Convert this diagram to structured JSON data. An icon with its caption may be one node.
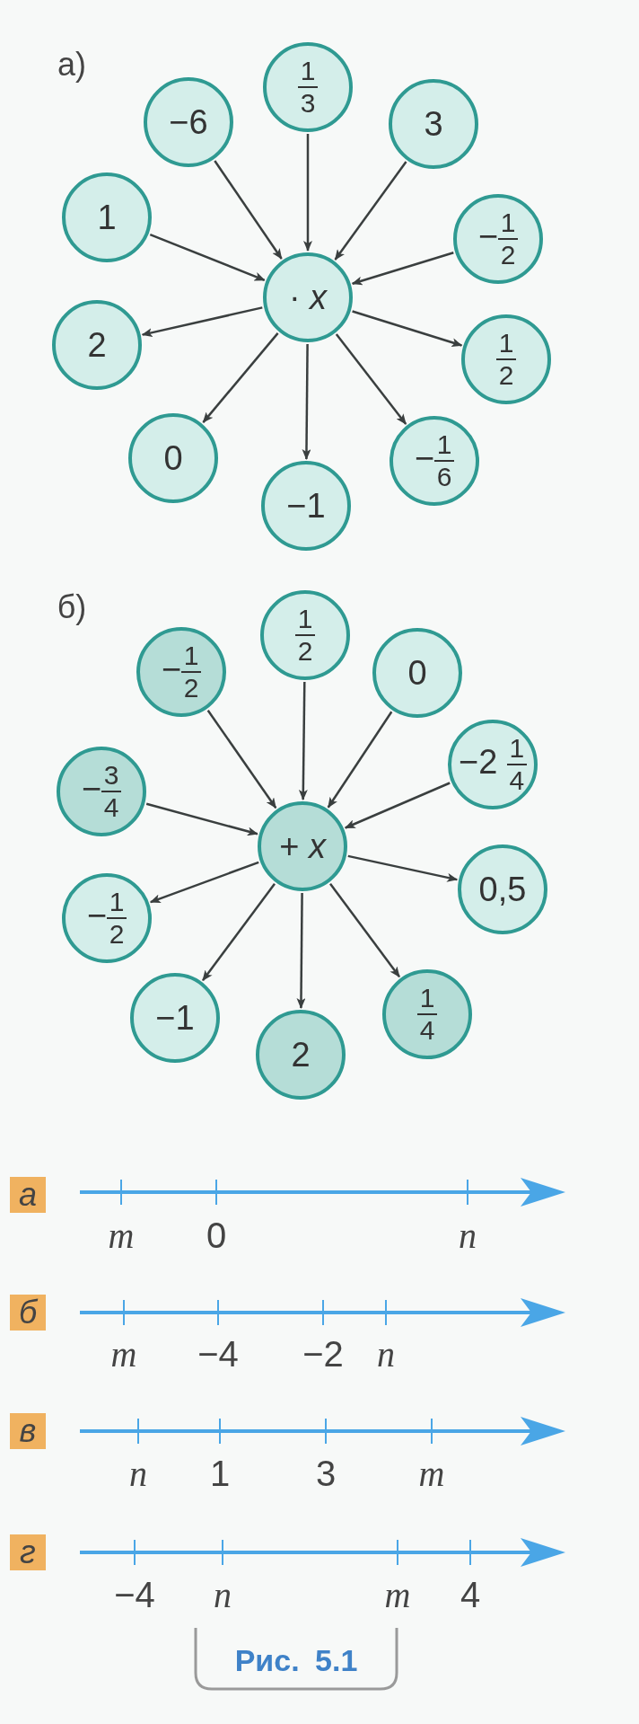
{
  "diagram": {
    "caption": "Рис. 5.1",
    "nodes": [
      {
        "text": [
          "−6"
        ]
      },
      {
        "text": [
          "1/3"
        ]
      },
      {
        "text": [
          "3"
        ]
      },
      {
        "text": [
          "1"
        ]
      },
      {
        "text": [
          "−1/2"
        ]
      },
      {
        "text": [
          "· *x*"
        ]
      },
      {
        "text": [
          "2"
        ]
      },
      {
        "text": [
          "1/2"
        ]
      },
      {
        "text": [
          "0"
        ]
      },
      {
        "text": [
          "−1/6"
        ]
      },
      {
        "text": [
          "−1"
        ]
      },
      {
        "text": [
          "1/2"
        ]
      },
      {
        "text": [
          "−1/2"
        ]
      },
      {
        "text": [
          "0"
        ]
      },
      {
        "text": [
          "−2 1/4"
        ]
      },
      {
        "text": [
          "−3/4"
        ]
      },
      {
        "text": [
          "+ *x*"
        ]
      },
      {
        "text": [
          "0,5"
        ]
      },
      {
        "text": [
          "−1/2"
        ]
      },
      {
        "text": [
          "1/4"
        ]
      },
      {
        "text": [
          "−1"
        ]
      },
      {
        "text": [
          "2"
        ]
      }
    ],
    "edges": [
      {
        "from": 0,
        "to": 5,
        "arrow": "to"
      },
      {
        "from": 1,
        "to": 5,
        "arrow": "to"
      },
      {
        "from": 2,
        "to": 5,
        "arrow": "to"
      },
      {
        "from": 3,
        "to": 5,
        "arrow": "to"
      },
      {
        "from": 4,
        "to": 5,
        "arrow": "to"
      },
      {
        "from": 5,
        "to": 6,
        "arrow": "to"
      },
      {
        "from": 5,
        "to": 7,
        "arrow": "to"
      },
      {
        "from": 5,
        "to": 8,
        "arrow": "to"
      },
      {
        "from": 5,
        "to": 9,
        "arrow": "to"
      },
      {
        "from": 5,
        "to": 10,
        "arrow": "to"
      },
      {
        "from": 11,
        "to": 16,
        "arrow": "to"
      },
      {
        "from": 12,
        "to": 16,
        "arrow": "to"
      },
      {
        "from": 13,
        "to": 16,
        "arrow": "to"
      },
      {
        "from": 14,
        "to": 16,
        "arrow": "to"
      },
      {
        "from": 15,
        "to": 16,
        "arrow": "to"
      },
      {
        "from": 16,
        "to": 17,
        "arrow": "to"
      },
      {
        "from": 16,
        "to": 18,
        "arrow": "to"
      },
      {
        "from": 16,
        "to": 19,
        "arrow": "to"
      },
      {
        "from": 16,
        "to": 20,
        "arrow": "to"
      },
      {
        "from": 16,
        "to": 21,
        "arrow": "to"
      }
    ],
    "labels": [
      "а)",
      "б)",
      "а",
      "m",
      "0",
      "n",
      "б",
      "m",
      "−4",
      "−2",
      "n",
      "в",
      "n",
      "1",
      "3",
      "m",
      "г",
      "−4",
      "n",
      "m",
      "4"
    ]
  }
}
